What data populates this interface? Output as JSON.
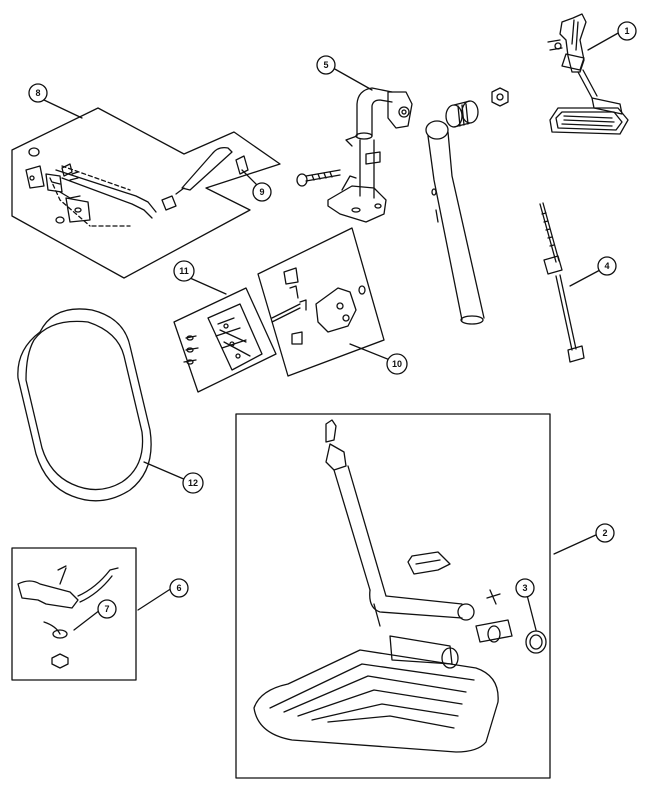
{
  "diagram": {
    "callouts": [
      {
        "id": "c1",
        "label": "1"
      },
      {
        "id": "c2",
        "label": "2"
      },
      {
        "id": "c3",
        "label": "3"
      },
      {
        "id": "c4",
        "label": "4"
      },
      {
        "id": "c5",
        "label": "5"
      },
      {
        "id": "c6",
        "label": "6"
      },
      {
        "id": "c7",
        "label": "7"
      },
      {
        "id": "c8",
        "label": "8"
      },
      {
        "id": "c9",
        "label": "9"
      },
      {
        "id": "c10",
        "label": "10"
      },
      {
        "id": "c11",
        "label": "11"
      },
      {
        "id": "c12",
        "label": "12"
      }
    ]
  },
  "colors": {
    "ink": "#111111",
    "paper": "#ffffff"
  }
}
